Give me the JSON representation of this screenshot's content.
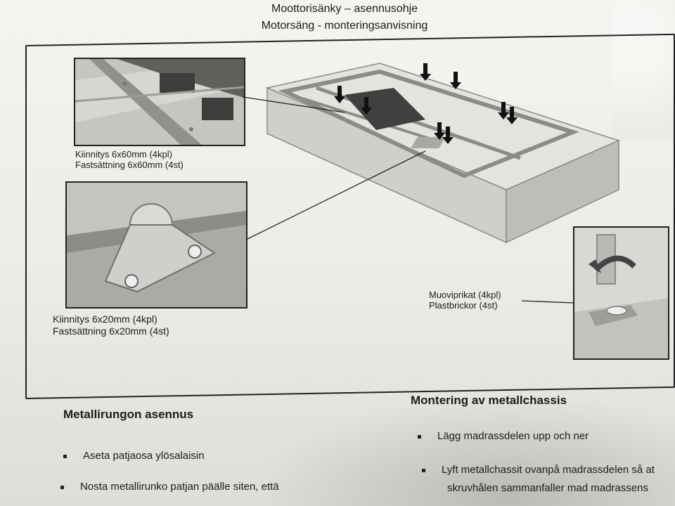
{
  "header": {
    "title_fi": "Moottorisänky – asennusohje",
    "title_sv": "Motorsäng - monteringsanvisning"
  },
  "figure": {
    "caption1_fi": "Kiinnitys 6x60mm (4kpl)",
    "caption1_sv": "Fastsättning  6x60mm (4st)",
    "caption2_fi": "Kiinnitys 6x20mm (4kpl)",
    "caption2_sv": "Fastsättning 6x20mm (4st)",
    "caption3_fi": "Muoviprikat (4kpl)",
    "caption3_sv": "Plastbrickor (4st)"
  },
  "section_fi": {
    "title": "Metallirungon asennus",
    "bullets": [
      "Aseta patjaosa ylösalaisin",
      "Nosta metallirunko patjan päälle siten, että"
    ]
  },
  "section_sv": {
    "title": "Montering av metallchassis",
    "bullets": [
      "Lägg madrassdelen upp och ner",
      "Lyft metallchassit ovanpå madrassdelen så at",
      "skruvhålen sammanfaller mad madrassens"
    ]
  }
}
